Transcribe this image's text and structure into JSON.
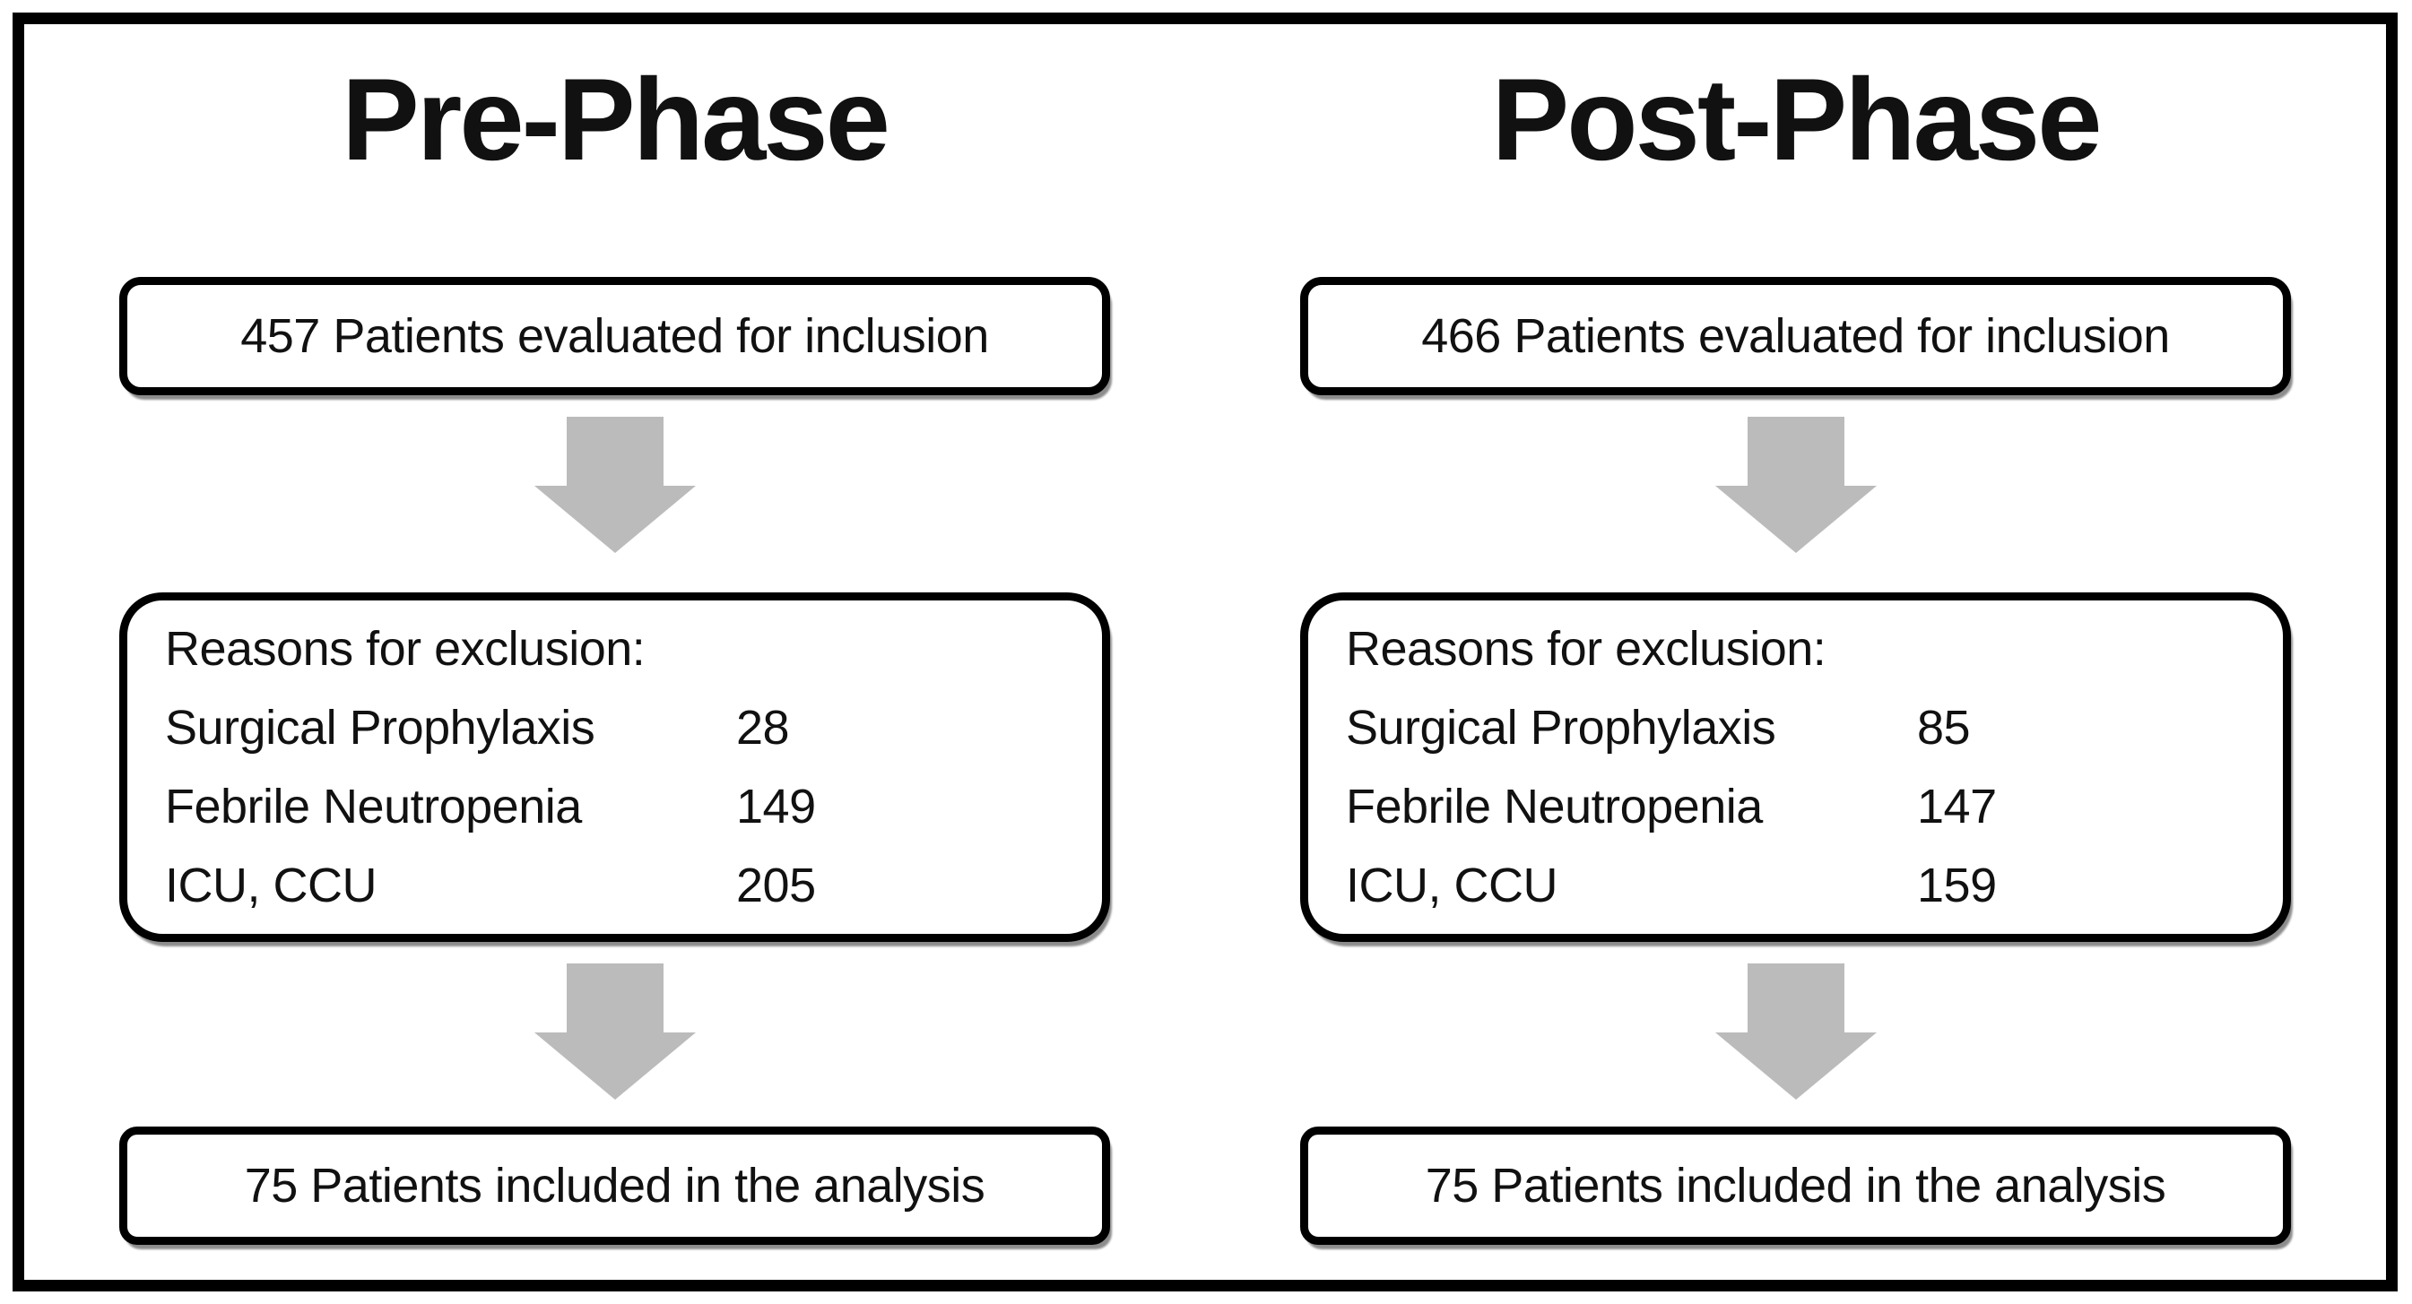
{
  "figure": {
    "background_color": "#ffffff",
    "border_color": "#000000",
    "arrow_color": "#bbbbbb",
    "columns": [
      {
        "title": "Pre-Phase",
        "top_box": {
          "text": "457 Patients evaluated for inclusion"
        },
        "exclusion_box": {
          "heading": "Reasons for exclusion:",
          "rows": [
            {
              "label": "Surgical Prophylaxis",
              "value": "28"
            },
            {
              "label": "Febrile Neutropenia",
              "value": "149"
            },
            {
              "label": "ICU, CCU",
              "value": "205"
            }
          ]
        },
        "bottom_box": {
          "text": "75 Patients included in the analysis"
        }
      },
      {
        "title": "Post-Phase",
        "top_box": {
          "text": "466 Patients evaluated for inclusion"
        },
        "exclusion_box": {
          "heading": "Reasons for exclusion:",
          "rows": [
            {
              "label": "Surgical Prophylaxis",
              "value": "85"
            },
            {
              "label": "Febrile Neutropenia",
              "value": "147"
            },
            {
              "label": "ICU, CCU",
              "value": "159"
            }
          ]
        },
        "bottom_box": {
          "text": "75 Patients included in the analysis"
        }
      }
    ]
  }
}
